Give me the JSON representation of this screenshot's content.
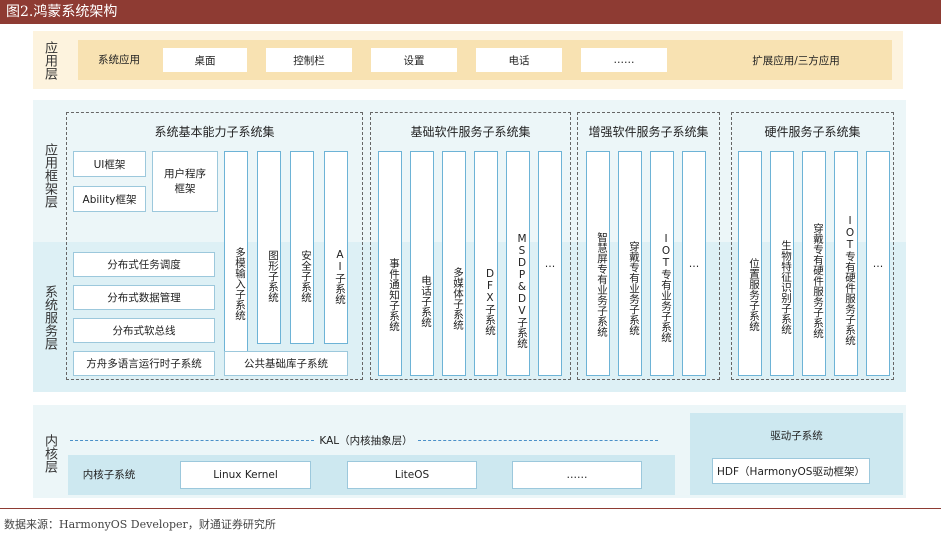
{
  "title": "图2.鸿蒙系统架构",
  "source": "数据来源：HarmonyOS Developer，财通证券研究所",
  "layers": {
    "app": "应用层",
    "framework": "应用框架层",
    "system": "系统服务层",
    "kernel": "内核层"
  },
  "app_layer": {
    "system_apps": "系统应用",
    "desktop": "桌面",
    "control_bar": "控制栏",
    "settings": "设置",
    "phone": "电话",
    "more": "……",
    "extension": "扩展应用/三方应用"
  },
  "basic_capability": {
    "title": "系统基本能力子系统集",
    "ui_framework": "UI框架",
    "ability_framework": "Ability框架",
    "user_program_framework": "用户程序框架",
    "multimodal_input": "多模输入子系统",
    "graphics": "图形子系统",
    "security": "安全子系统",
    "ai": "AI子系统",
    "task_scheduling": "分布式任务调度",
    "data_management": "分布式数据管理",
    "soft_bus": "分布式软总线",
    "ark_runtime": "方舟多语言运行时子系统",
    "common_base": "公共基础库子系统"
  },
  "basic_software": {
    "title": "基础软件服务子系统集",
    "event_notification": "事件通知子系统",
    "telephony": "电话子系统",
    "multimedia": "多媒体子系统",
    "dfx": "DFX子系统",
    "msdp_dv": "MSDP&DV子系统",
    "more": "…"
  },
  "enhanced_software": {
    "title": "增强软件服务子系统集",
    "smart_screen": "智慧屏专有业务子系统",
    "wearable": "穿戴专有业务子系统",
    "iot": "IOT专有业务子系统",
    "more": "…"
  },
  "hardware_service": {
    "title": "硬件服务子系统集",
    "location": "位置服务子系统",
    "biometric": "生物特征识别子系统",
    "wearable_hw": "穿戴专有硬件服务子系统",
    "iot_hw": "IOT专有硬件服务子系统",
    "more": "…"
  },
  "kernel_layer": {
    "kal": "KAL（内核抽象层）",
    "kernel_subsystem": "内核子系统",
    "linux": "Linux Kernel",
    "liteos": "LiteOS",
    "more": "……",
    "driver_subsystem": "驱动子系统",
    "hdf": "HDF（HarmonyOS驱动框架）"
  }
}
